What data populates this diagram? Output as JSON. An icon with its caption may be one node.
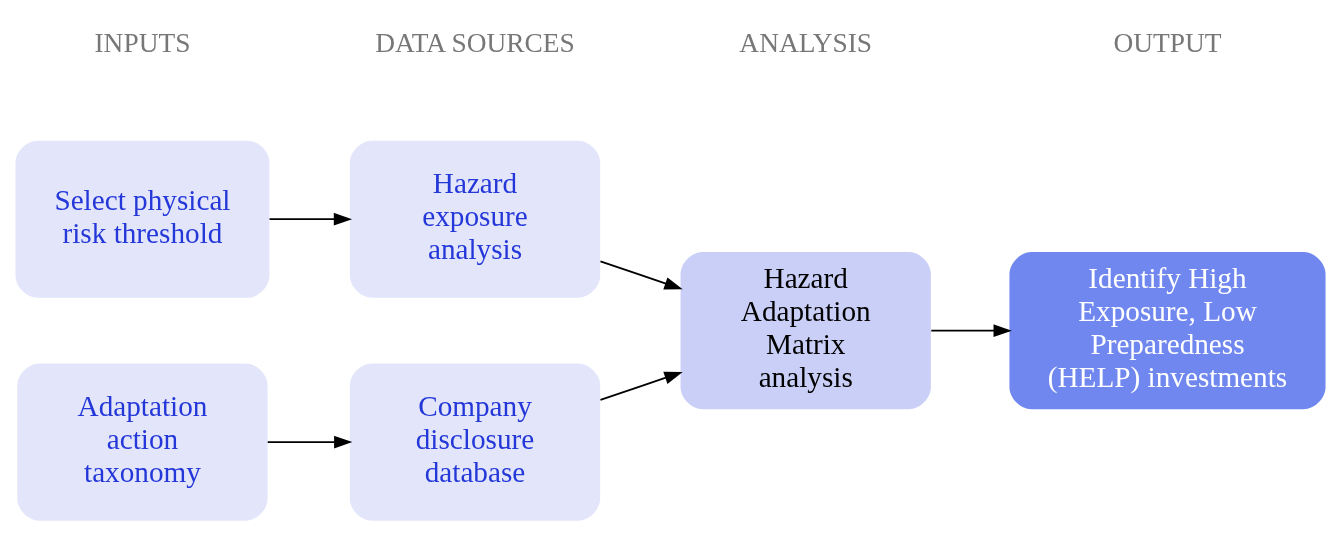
{
  "diagram": {
    "nodes": [
      {
        "text": [
          "Select physical risk threshold"
        ]
      },
      {
        "text": [
          "Hazard exposure analysis"
        ]
      },
      {
        "text": [
          "Adaptation action taxonomy"
        ]
      },
      {
        "text": [
          "Company disclosure database"
        ]
      },
      {
        "text": [
          "Hazard Adaptation Matrix analysis"
        ]
      },
      {
        "text": [
          "Identify High Exposure, Low Preparedness (HELP) investments"
        ]
      }
    ],
    "edges": [
      {
        "from": 0,
        "to": 1,
        "arrow": "to"
      },
      {
        "from": 2,
        "to": 3,
        "arrow": "to"
      },
      {
        "from": 1,
        "to": 4,
        "arrow": "to"
      },
      {
        "from": 3,
        "to": 4,
        "arrow": "to"
      },
      {
        "from": 4,
        "to": 5,
        "arrow": "to"
      }
    ],
    "labels": [
      "INPUTS",
      "DATA SOURCES",
      "ANALYSIS",
      "OUTPUT"
    ]
  }
}
